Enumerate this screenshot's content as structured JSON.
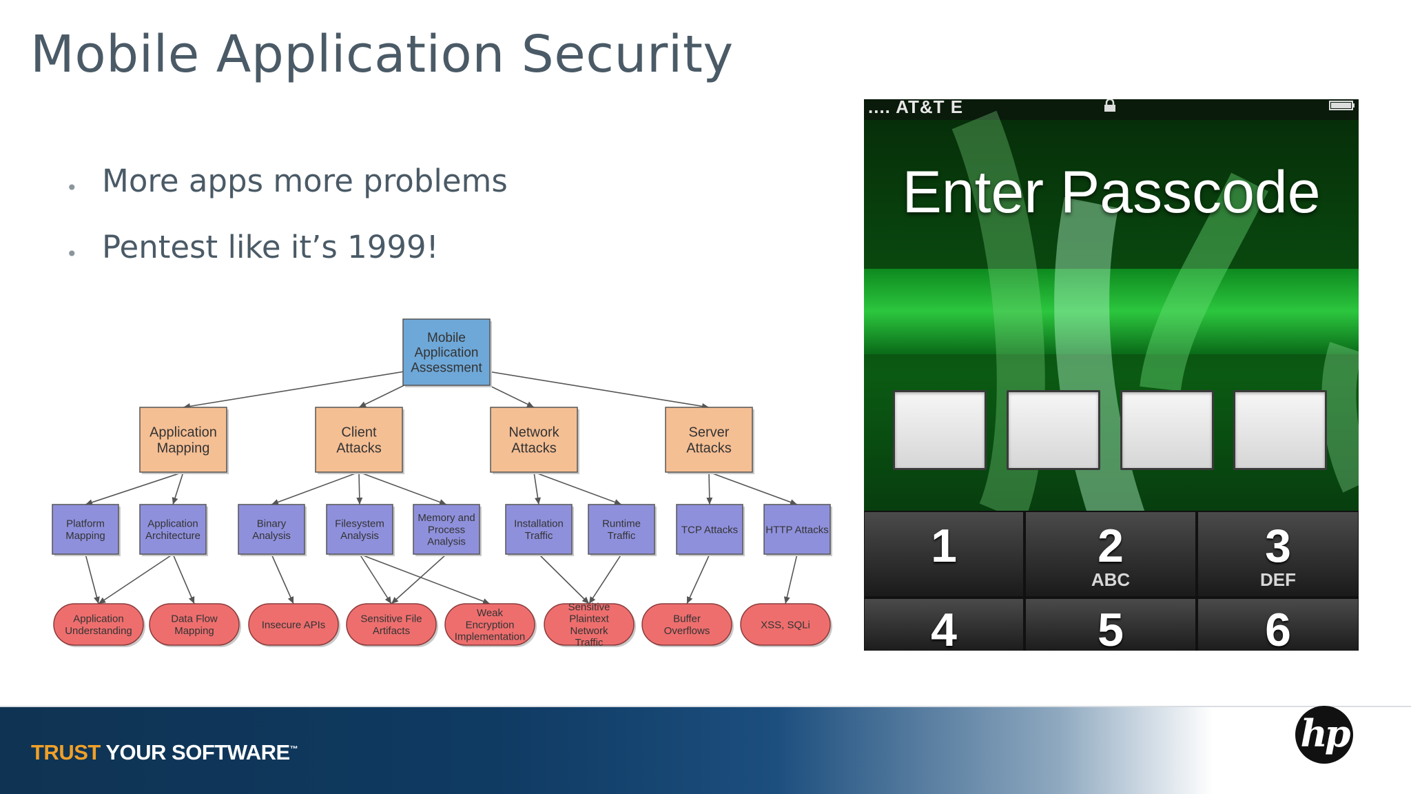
{
  "slide": {
    "title": "Mobile Application Security",
    "bullets": [
      "More apps more problems",
      "Pentest like it’s 1999!"
    ]
  },
  "diagram": {
    "root": {
      "label": "Mobile Application Assessment"
    },
    "categories": [
      {
        "label": "Application Mapping"
      },
      {
        "label": "Client Attacks"
      },
      {
        "label": "Network Attacks"
      },
      {
        "label": "Server Attacks"
      }
    ],
    "techniques": [
      {
        "label": "Platform Mapping",
        "parent": 0
      },
      {
        "label": "Application Architecture",
        "parent": 0
      },
      {
        "label": "Binary Analysis",
        "parent": 1
      },
      {
        "label": "Filesystem Analysis",
        "parent": 1
      },
      {
        "label": "Memory and Process Analysis",
        "parent": 1
      },
      {
        "label": "Installation Traffic",
        "parent": 2
      },
      {
        "label": "Runtime Traffic",
        "parent": 2
      },
      {
        "label": "TCP Attacks",
        "parent": 3
      },
      {
        "label": "HTTP Attacks",
        "parent": 3
      }
    ],
    "findings": [
      {
        "label": "Application Understanding"
      },
      {
        "label": "Data Flow Mapping"
      },
      {
        "label": "Insecure APIs"
      },
      {
        "label": "Sensitive File Artifacts"
      },
      {
        "label": "Weak Encryption Implementation"
      },
      {
        "label": "Sensitive Plaintext Network Traffic"
      },
      {
        "label": "Buffer Overflows"
      },
      {
        "label": "XSS, SQLi"
      }
    ],
    "finding_links": [
      [
        0,
        0
      ],
      [
        1,
        0
      ],
      [
        1,
        1
      ],
      [
        2,
        2
      ],
      [
        3,
        3
      ],
      [
        3,
        4
      ],
      [
        4,
        3
      ],
      [
        5,
        5
      ],
      [
        6,
        5
      ],
      [
        7,
        6
      ],
      [
        8,
        7
      ]
    ],
    "colors": {
      "root": "#6ea8d8",
      "category": "#f5bf94",
      "technique": "#8f90dc",
      "finding": "#ee6e6e",
      "line": "#555555"
    }
  },
  "phone": {
    "status": {
      "carrier": ".... AT&T  E",
      "icons": [
        "lock-icon",
        "battery-icon"
      ]
    },
    "title": "Enter Passcode",
    "passcode_slots": 4,
    "keypad": [
      {
        "num": "1",
        "letters": ""
      },
      {
        "num": "2",
        "letters": "ABC"
      },
      {
        "num": "3",
        "letters": "DEF"
      },
      {
        "num": "4",
        "letters": ""
      },
      {
        "num": "5",
        "letters": ""
      },
      {
        "num": "6",
        "letters": ""
      }
    ]
  },
  "footer": {
    "tagline_a": "TRUST",
    "tagline_b": " YOUR SOFTWARE",
    "tagline_tm": "™",
    "logo": "hp"
  }
}
